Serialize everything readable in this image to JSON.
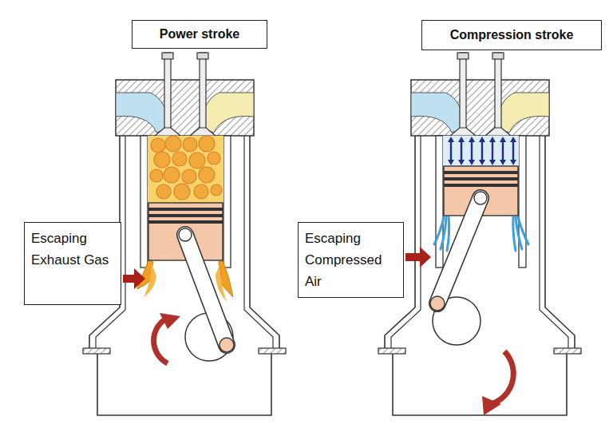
{
  "diagram": {
    "nodes": [
      {
        "text": [
          "Power stroke"
        ]
      },
      {
        "text": [
          "Compression stroke"
        ]
      },
      {
        "text": [
          "Escaping Exhaust Gas"
        ]
      },
      {
        "text": [
          "Escaping Compressed Air"
        ]
      }
    ]
  }
}
